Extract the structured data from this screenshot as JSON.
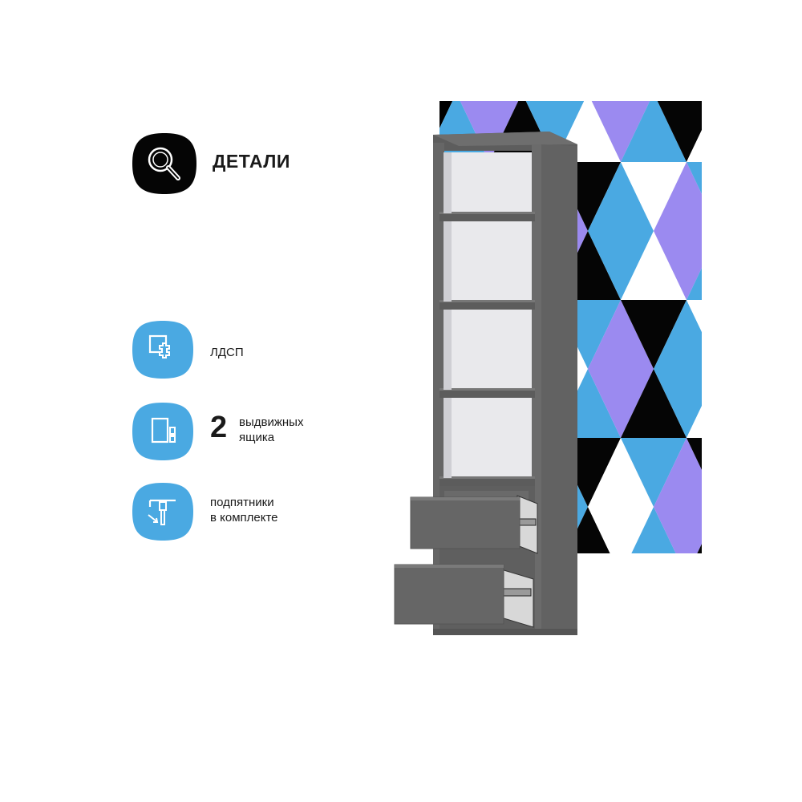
{
  "header": {
    "title": "ДЕТАЛИ",
    "icon": "magnifier-icon"
  },
  "features": [
    {
      "icon": "chipboard-icon",
      "text": "ЛДСП"
    },
    {
      "icon": "drawer-icon",
      "number": "2",
      "text_line1": "выдвижных",
      "text_line2": "ящика"
    },
    {
      "icon": "foot-support-icon",
      "text_line1": "подпятники",
      "text_line2": "в комплекте"
    }
  ],
  "colors": {
    "dark_badge": "#050505",
    "blue_badge": "#4aa9e2",
    "cabinet": "#6a6a6a",
    "pattern_blue": "#4aa9e2",
    "pattern_violet": "#9b8af0",
    "pattern_black": "#050505"
  }
}
